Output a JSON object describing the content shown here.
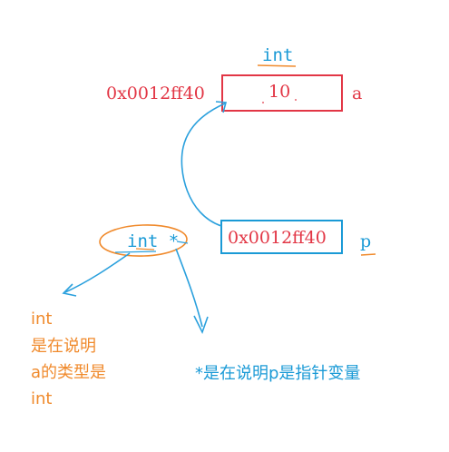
{
  "colors": {
    "red": "#e23645",
    "blue": "#1a9ad6",
    "orange": "#f08a2c",
    "ink_blue": "#2aa0dd"
  },
  "var_a": {
    "type_label": "int",
    "address": "0x0012ff40",
    "value": "10",
    "name": "a"
  },
  "var_p": {
    "value": "0x0012ff40",
    "name": "p"
  },
  "declaration": {
    "text": "int *"
  },
  "notes": {
    "int_note_lines": [
      "int",
      "是在说明",
      "a的类型是",
      "int"
    ],
    "star_note": "*是在说明p是指针变量"
  }
}
